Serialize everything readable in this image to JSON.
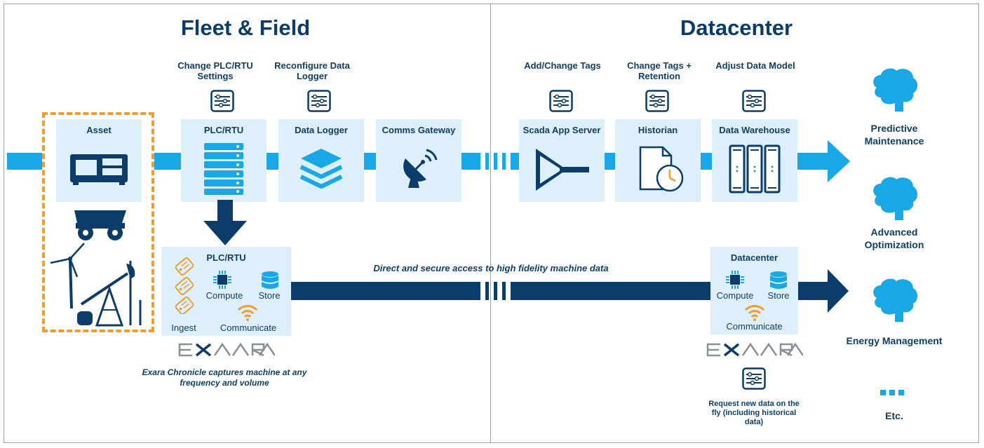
{
  "sections": {
    "left_title": "Fleet & Field",
    "right_title": "Datacenter"
  },
  "actions": [
    {
      "label": "Change PLC/RTU Settings"
    },
    {
      "label": "Reconfigure Data Logger"
    },
    {
      "label": "Add/Change Tags"
    },
    {
      "label": "Change Tags + Retention"
    },
    {
      "label": "Adjust Data Model"
    }
  ],
  "pipeline": {
    "asset": "Asset",
    "plc": "PLC/RTU",
    "logger": "Data Logger",
    "gateway": "Comms Gateway",
    "scada": "Scada App Server",
    "historian": "Historian",
    "warehouse": "Data Warehouse"
  },
  "edge_box": {
    "title": "PLC/RTU",
    "compute": "Compute",
    "store": "Store",
    "ingest": "Ingest",
    "communicate": "Communicate"
  },
  "dc_box": {
    "title": "Datacenter",
    "compute": "Compute",
    "store": "Store",
    "communicate": "Communicate"
  },
  "direct_access": "Direct and secure access to high fidelity machine data",
  "edge_note": "Exara Chronicle captures machine at any frequency and volume",
  "dc_note": "Request new data on the fly (including historical data)",
  "outcomes": [
    {
      "label": "Predictive Maintenance"
    },
    {
      "label": "Advanced Optimization"
    },
    {
      "label": "Energy Management"
    },
    {
      "label": "Etc."
    }
  ],
  "colors": {
    "dark_navy": "#0c3c6a",
    "bright_blue": "#19a7e6",
    "light_box": "#dceffa",
    "orange_accent": "#f39c2b"
  }
}
